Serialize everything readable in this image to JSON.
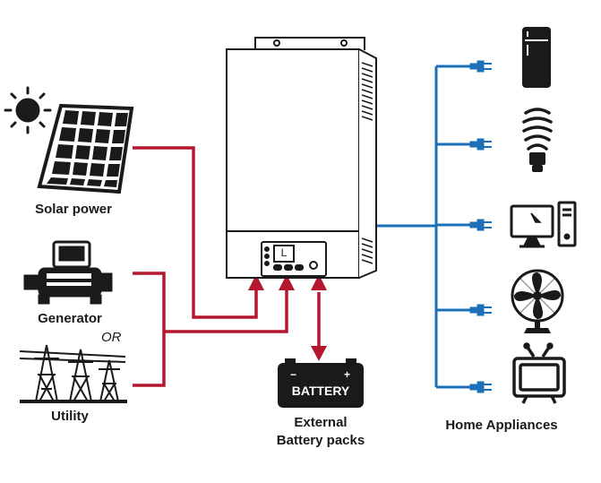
{
  "labels": {
    "solar": "Solar power",
    "generator": "Generator",
    "or": "OR",
    "utility": "Utility",
    "battery_word": "BATTERY",
    "battery_line1": "External",
    "battery_line2": "Battery packs",
    "appliances": "Home Appliances",
    "lcd_char": "L"
  },
  "colors": {
    "ac_input_wire": "#b5172e",
    "ac_output_wire": "#1d6fb8",
    "device_stroke": "#1a1a1a"
  },
  "icons": {
    "sun": "sun-icon",
    "solar_panel": "solar-panel-icon",
    "generator": "generator-icon",
    "utility": "transmission-tower-icon",
    "inverter": "inverter-icon",
    "battery": "battery-icon",
    "fridge": "refrigerator-icon",
    "bulb": "light-bulb-icon",
    "computer": "computer-icon",
    "fan": "fan-icon",
    "tv": "tv-icon"
  }
}
